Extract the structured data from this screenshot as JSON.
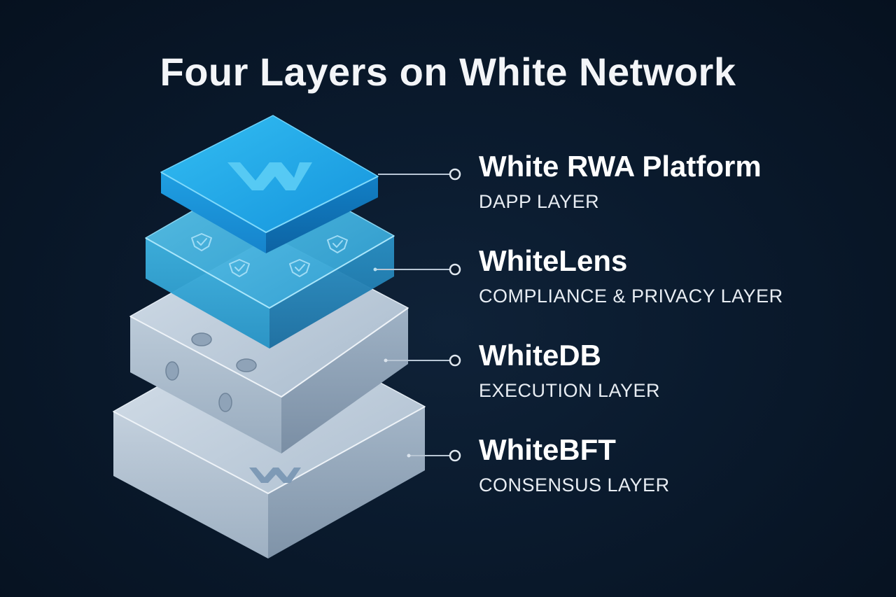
{
  "title": "Four Layers on White Network",
  "layers": [
    {
      "name": "White RWA Platform",
      "subtitle": "DAPP LAYER",
      "icon": "w-logo-icon",
      "color": "#1fa7e6"
    },
    {
      "name": "WhiteLens",
      "subtitle": "COMPLIANCE & PRIVACY LAYER",
      "icon": "shield-check-icon",
      "color": "#33aed9"
    },
    {
      "name": "WhiteDB",
      "subtitle": "EXECUTION LAYER",
      "icon": "port-hole-icon",
      "color": "#b4c4d4"
    },
    {
      "name": "WhiteBFT",
      "subtitle": "CONSENSUS LAYER",
      "icon": "w-logo-icon",
      "color": "#b9c8d8"
    }
  ]
}
